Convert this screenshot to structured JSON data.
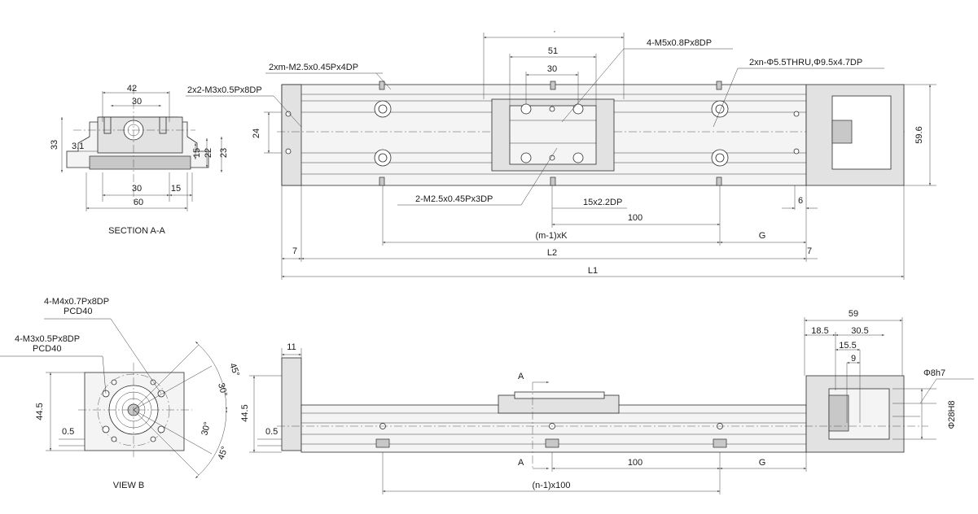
{
  "section_a": {
    "d_42": "42",
    "d_30_top": "30",
    "d_33": "33",
    "d_3_1": "3.1",
    "d_15_side": "15",
    "d_22": "22",
    "d_23": "23",
    "d_30_bot": "30",
    "d_15_bot": "15",
    "d_60": "60",
    "caption": "SECTION A-A"
  },
  "top_view": {
    "note_2xm": "2xm-M2.5x0.45Px4DP",
    "note_2x2": "2x2-M3x0.5Px8DP",
    "note_4m5": "4-M5x0.8Px8DP",
    "note_2xn": "2xn-Φ5.5THRU,Φ9.5x4.7DP",
    "note_2m25": "2-M2.5x0.45Px3DP",
    "d_dot": "·",
    "d_51": "51",
    "d_30": "30",
    "d_24": "24",
    "d_59_6": "59.6",
    "d_15x2_2dp": "15x2.2DP",
    "d_6": "6",
    "d_100": "100",
    "d_mk": "(m-1)xK",
    "d_g": "G",
    "d_7_left": "7",
    "d_7_right": "7",
    "d_l2": "L2",
    "d_l1": "L1"
  },
  "view_b": {
    "note_m4": "4-M4x0.7Px8DP",
    "note_m4_pcd": "PCD40",
    "note_m3": "4-M3x0.5Px8DP",
    "note_m3_pcd": "PCD40",
    "d_44_5": "44.5",
    "d_0_5": "0.5",
    "a_45_top": "45°",
    "a_30_top": "30°",
    "a_30_bot": "30°",
    "a_45_bot": "45°",
    "caption": "VIEW B"
  },
  "side_view": {
    "d_11": "11",
    "d_44_5": "44.5",
    "d_0_5": "0.5",
    "sec_a_top": "A",
    "sec_a_bot": "A",
    "d_100": "100",
    "d_g": "G",
    "d_n1x100": "(n-1)x100",
    "d_59": "59",
    "d_18_5": "18.5",
    "d_30_5": "30.5",
    "d_15_5": "15.5",
    "d_9": "9",
    "d_phi8h7": "Φ8h7",
    "d_phi28h8": "Φ28H8"
  }
}
